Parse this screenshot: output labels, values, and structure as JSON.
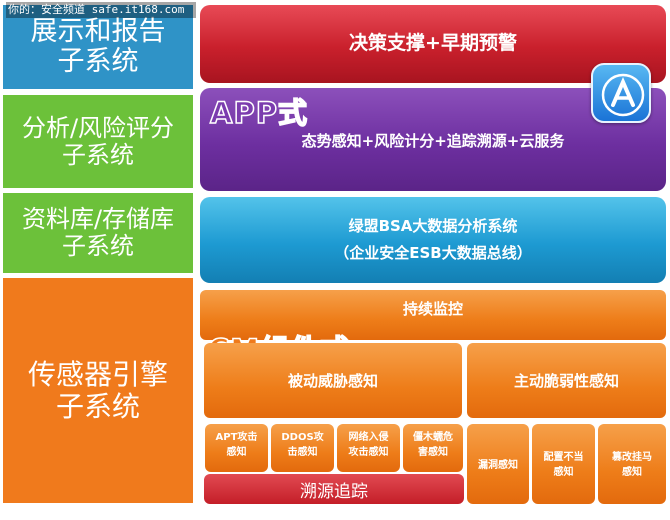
{
  "watermark": "你的：安全频道 safe.it168.com",
  "left": {
    "display_report": "展示和报告\n子系统",
    "analysis_risk": "分析/风险评分\n子系统",
    "data_storage": "资料库/存储库\n子系统",
    "sensor_engine": "传感器引擎\n子系统"
  },
  "right": {
    "decision": "决策支撑+早期预警",
    "app_label": "APP式",
    "app_services": "态势感知+风险计分+追踪溯源+云服务",
    "bsa_line1": "绿盟BSA大数据分析系统",
    "bsa_line2": "（企业安全ESB大数据总线）",
    "continuous_monitoring": "持续监控",
    "cm_label": "CM组件式",
    "passive_threat": "被动威胁感知",
    "active_vuln": "主动脆弱性感知",
    "apt": "APT攻击\n感知",
    "ddos": "DDOS攻\n击感知",
    "intrusion": "网络入侵\n攻击感知",
    "trojan": "僵木蠕危\n害感知",
    "vuln": "漏洞感知",
    "misconfig": "配置不当\n感知",
    "tamper": "篡改挂马\n感知",
    "trace": "溯源追踪"
  },
  "colors": {
    "blue": "#2f93c7",
    "green": "#6cc13a",
    "orange": "#f07a1c",
    "red": "#c9202c",
    "purple": "#6d2fa0",
    "cyan": "#1d9ad2"
  },
  "icons": {
    "app_store": "app-store-icon"
  }
}
